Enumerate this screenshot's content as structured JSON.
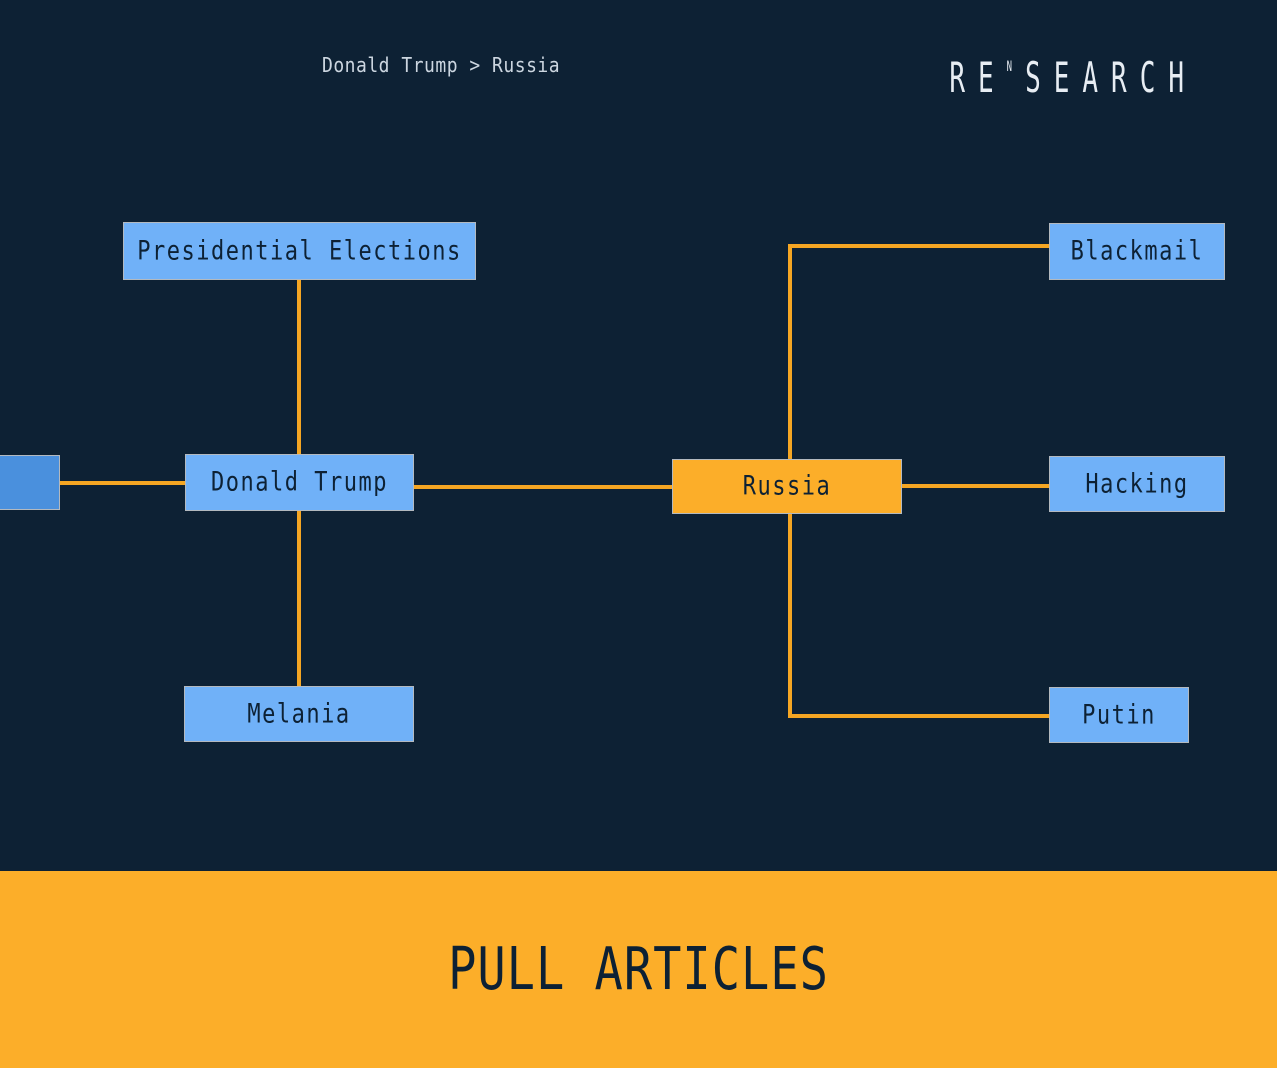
{
  "header": {
    "breadcrumb": "Donald Trump > Russia",
    "logo": {
      "prefix": "RE",
      "superscript": "N",
      "suffix": "SEARCH"
    }
  },
  "diagram": {
    "nodes": [
      {
        "id": "presidential-elections",
        "label": "Presidential Elections",
        "highlighted": false
      },
      {
        "id": "donald-trump",
        "label": "Donald Trump",
        "highlighted": false
      },
      {
        "id": "melania",
        "label": "Melania",
        "highlighted": false
      },
      {
        "id": "russia",
        "label": "Russia",
        "highlighted": true
      },
      {
        "id": "blackmail",
        "label": "Blackmail",
        "highlighted": false
      },
      {
        "id": "hacking",
        "label": "Hacking",
        "highlighted": false
      },
      {
        "id": "putin",
        "label": "Putin",
        "highlighted": false
      },
      {
        "id": "offscreen-node",
        "label": "",
        "highlighted": false
      }
    ],
    "edges": [
      {
        "from": "Presidential Elections",
        "to": "Donald Trump"
      },
      {
        "from": "Donald Trump",
        "to": "Melania"
      },
      {
        "from": "offscreen-node",
        "to": "Donald Trump"
      },
      {
        "from": "Donald Trump",
        "to": "Russia"
      },
      {
        "from": "Russia",
        "to": "Blackmail"
      },
      {
        "from": "Russia",
        "to": "Hacking"
      },
      {
        "from": "Russia",
        "to": "Putin"
      }
    ]
  },
  "footer": {
    "button_label": "PULL ARTICLES"
  },
  "colors": {
    "background": "#0d2134",
    "node_blue": "#70b1f8",
    "node_selected_orange": "#fcae29",
    "offscreen_node_blue": "#4a90dd",
    "edge_orange": "#f5a623",
    "footer_orange": "#fcae29",
    "node_text": "#0d2134",
    "header_text": "#ccd6e0",
    "logo_text": "#e7edf3"
  }
}
